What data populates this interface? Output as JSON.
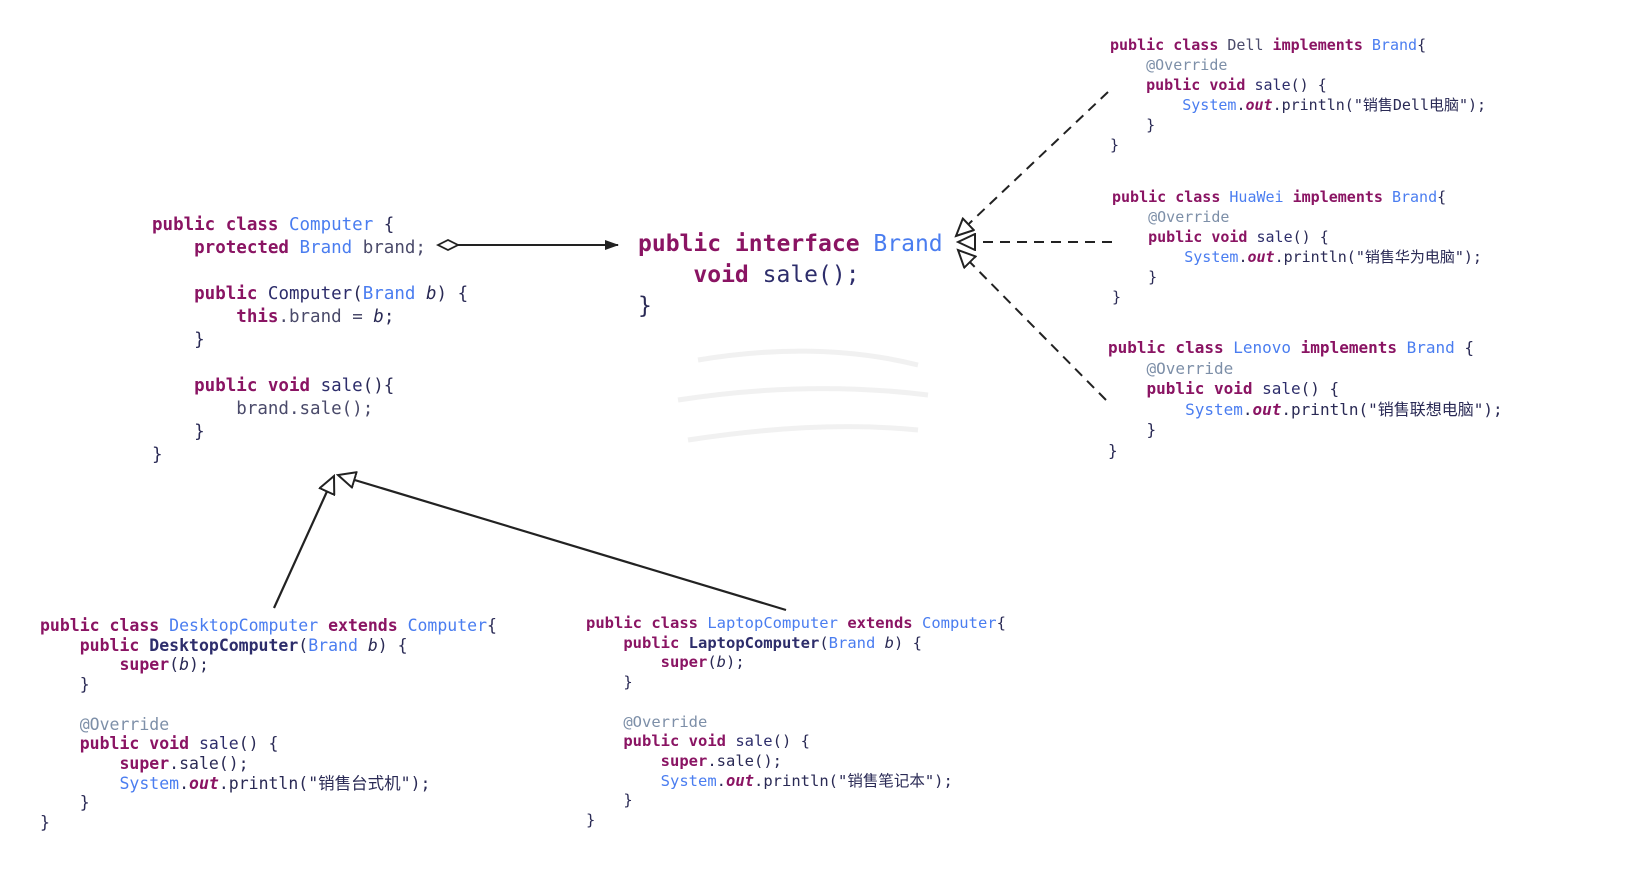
{
  "computer_class": {
    "lines": [
      [
        {
          "t": "public class ",
          "c": "kw"
        },
        {
          "t": "Computer",
          "c": "ty"
        },
        {
          "t": " {",
          "c": "pl"
        }
      ],
      [
        {
          "t": "    protected ",
          "c": "kw"
        },
        {
          "t": "Brand",
          "c": "ty"
        },
        {
          "t": " brand;",
          "c": "vr"
        }
      ],
      [],
      [
        {
          "t": "    public ",
          "c": "kw"
        },
        {
          "t": "Computer",
          "c": "fn"
        },
        {
          "t": "(",
          "c": "pl"
        },
        {
          "t": "Brand",
          "c": "ty"
        },
        {
          "t": " b",
          "c": "it"
        },
        {
          "t": ") {",
          "c": "pl"
        }
      ],
      [
        {
          "t": "        this",
          "c": "kw"
        },
        {
          "t": ".brand = ",
          "c": "vr"
        },
        {
          "t": "b",
          "c": "it"
        },
        {
          "t": ";",
          "c": "pl"
        }
      ],
      [
        {
          "t": "    }",
          "c": "pl"
        }
      ],
      [],
      [
        {
          "t": "    public void ",
          "c": "kw"
        },
        {
          "t": "sale",
          "c": "fn"
        },
        {
          "t": "(){",
          "c": "pl"
        }
      ],
      [
        {
          "t": "        brand.sale();",
          "c": "vr"
        }
      ],
      [
        {
          "t": "    }",
          "c": "pl"
        }
      ],
      [
        {
          "t": "}",
          "c": "pl"
        }
      ]
    ]
  },
  "brand_interface": {
    "lines": [
      [
        {
          "t": "public interface ",
          "c": "kw"
        },
        {
          "t": "Brand",
          "c": "ty"
        }
      ],
      [
        {
          "t": "    void ",
          "c": "kw"
        },
        {
          "t": "sale();",
          "c": "fn"
        }
      ],
      [
        {
          "t": "}",
          "c": "pl"
        }
      ]
    ]
  },
  "dell_class": {
    "lines": [
      [
        {
          "t": "public class ",
          "c": "kw"
        },
        {
          "t": "Dell",
          "c": "vr"
        },
        {
          "t": " implements ",
          "c": "kw"
        },
        {
          "t": "Brand",
          "c": "ty"
        },
        {
          "t": "{",
          "c": "pl"
        }
      ],
      [
        {
          "t": "    @Override",
          "c": "ann"
        }
      ],
      [
        {
          "t": "    public void ",
          "c": "kw"
        },
        {
          "t": "sale",
          "c": "fn"
        },
        {
          "t": "() {",
          "c": "pl"
        }
      ],
      [
        {
          "t": "        System",
          "c": "sys"
        },
        {
          "t": ".",
          "c": "pl"
        },
        {
          "t": "out",
          "c": "it kw"
        },
        {
          "t": ".println(\"销售Dell电脑\");",
          "c": "pl"
        }
      ],
      [
        {
          "t": "    }",
          "c": "pl"
        }
      ],
      [
        {
          "t": "}",
          "c": "pl"
        }
      ]
    ]
  },
  "huawei_class": {
    "lines": [
      [
        {
          "t": "public class ",
          "c": "kw"
        },
        {
          "t": "HuaWei",
          "c": "ty"
        },
        {
          "t": " implements ",
          "c": "kw"
        },
        {
          "t": "Brand",
          "c": "ty"
        },
        {
          "t": "{",
          "c": "pl"
        }
      ],
      [
        {
          "t": "    @Override",
          "c": "ann"
        }
      ],
      [
        {
          "t": "    public void ",
          "c": "kw"
        },
        {
          "t": "sale",
          "c": "fn"
        },
        {
          "t": "() {",
          "c": "pl"
        }
      ],
      [
        {
          "t": "        System",
          "c": "sys"
        },
        {
          "t": ".",
          "c": "pl"
        },
        {
          "t": "out",
          "c": "it kw"
        },
        {
          "t": ".println(\"销售华为电脑\");",
          "c": "pl"
        }
      ],
      [
        {
          "t": "    }",
          "c": "pl"
        }
      ],
      [
        {
          "t": "}",
          "c": "pl"
        }
      ]
    ]
  },
  "lenovo_class": {
    "lines": [
      [
        {
          "t": "public class ",
          "c": "kw"
        },
        {
          "t": "Lenovo",
          "c": "ty"
        },
        {
          "t": " implements ",
          "c": "kw"
        },
        {
          "t": "Brand",
          "c": "ty"
        },
        {
          "t": " {",
          "c": "pl"
        }
      ],
      [
        {
          "t": "    @Override",
          "c": "ann"
        }
      ],
      [
        {
          "t": "    public void ",
          "c": "kw"
        },
        {
          "t": "sale",
          "c": "fn"
        },
        {
          "t": "() {",
          "c": "pl"
        }
      ],
      [
        {
          "t": "        System",
          "c": "sys"
        },
        {
          "t": ".",
          "c": "pl"
        },
        {
          "t": "out",
          "c": "it kw"
        },
        {
          "t": ".println(\"销售联想电脑\");",
          "c": "pl"
        }
      ],
      [
        {
          "t": "    }",
          "c": "pl"
        }
      ],
      [
        {
          "t": "}",
          "c": "pl"
        }
      ]
    ]
  },
  "desktop_class": {
    "lines": [
      [
        {
          "t": "public class ",
          "c": "kw"
        },
        {
          "t": "DesktopComputer",
          "c": "ty"
        },
        {
          "t": " extends ",
          "c": "kw"
        },
        {
          "t": "Computer",
          "c": "ty"
        },
        {
          "t": "{",
          "c": "pl"
        }
      ],
      [
        {
          "t": "    public ",
          "c": "kw"
        },
        {
          "t": "DesktopComputer",
          "c": "fn kw"
        },
        {
          "t": "(",
          "c": "pl"
        },
        {
          "t": "Brand",
          "c": "ty"
        },
        {
          "t": " b",
          "c": "it"
        },
        {
          "t": ") {",
          "c": "pl"
        }
      ],
      [
        {
          "t": "        super",
          "c": "kw"
        },
        {
          "t": "(",
          "c": "pl"
        },
        {
          "t": "b",
          "c": "it"
        },
        {
          "t": ");",
          "c": "pl"
        }
      ],
      [
        {
          "t": "    }",
          "c": "pl"
        }
      ],
      [],
      [
        {
          "t": "    @Override",
          "c": "ann"
        }
      ],
      [
        {
          "t": "    public void ",
          "c": "kw"
        },
        {
          "t": "sale",
          "c": "fn"
        },
        {
          "t": "() {",
          "c": "pl"
        }
      ],
      [
        {
          "t": "        super",
          "c": "kw"
        },
        {
          "t": ".sale();",
          "c": "pl"
        }
      ],
      [
        {
          "t": "        System",
          "c": "sys"
        },
        {
          "t": ".",
          "c": "pl"
        },
        {
          "t": "out",
          "c": "it kw"
        },
        {
          "t": ".println(\"销售台式机\");",
          "c": "pl"
        }
      ],
      [
        {
          "t": "    }",
          "c": "pl"
        }
      ],
      [
        {
          "t": "}",
          "c": "pl"
        }
      ]
    ]
  },
  "laptop_class": {
    "lines": [
      [
        {
          "t": "public class ",
          "c": "kw"
        },
        {
          "t": "LaptopComputer",
          "c": "ty"
        },
        {
          "t": " extends ",
          "c": "kw"
        },
        {
          "t": "Computer",
          "c": "ty"
        },
        {
          "t": "{",
          "c": "pl"
        }
      ],
      [
        {
          "t": "    public ",
          "c": "kw"
        },
        {
          "t": "LaptopComputer",
          "c": "fn kw"
        },
        {
          "t": "(",
          "c": "pl"
        },
        {
          "t": "Brand",
          "c": "ty"
        },
        {
          "t": " b",
          "c": "it"
        },
        {
          "t": ") {",
          "c": "pl"
        }
      ],
      [
        {
          "t": "        super",
          "c": "kw"
        },
        {
          "t": "(",
          "c": "pl"
        },
        {
          "t": "b",
          "c": "it"
        },
        {
          "t": ");",
          "c": "pl"
        }
      ],
      [
        {
          "t": "    }",
          "c": "pl"
        }
      ],
      [],
      [
        {
          "t": "    @Override",
          "c": "ann"
        }
      ],
      [
        {
          "t": "    public void ",
          "c": "kw"
        },
        {
          "t": "sale",
          "c": "fn"
        },
        {
          "t": "() {",
          "c": "pl"
        }
      ],
      [
        {
          "t": "        super",
          "c": "kw"
        },
        {
          "t": ".sale();",
          "c": "pl"
        }
      ],
      [
        {
          "t": "        System",
          "c": "sys"
        },
        {
          "t": ".",
          "c": "pl"
        },
        {
          "t": "out",
          "c": "it kw"
        },
        {
          "t": ".println(\"销售笔记本\");",
          "c": "pl"
        }
      ],
      [
        {
          "t": "    }",
          "c": "pl"
        }
      ],
      [
        {
          "t": "}",
          "c": "pl"
        }
      ]
    ]
  },
  "colors": {
    "keyword": "#8a1463",
    "type": "#4a7df0",
    "annotation": "#7d8fa8",
    "arrow": "#222222"
  }
}
